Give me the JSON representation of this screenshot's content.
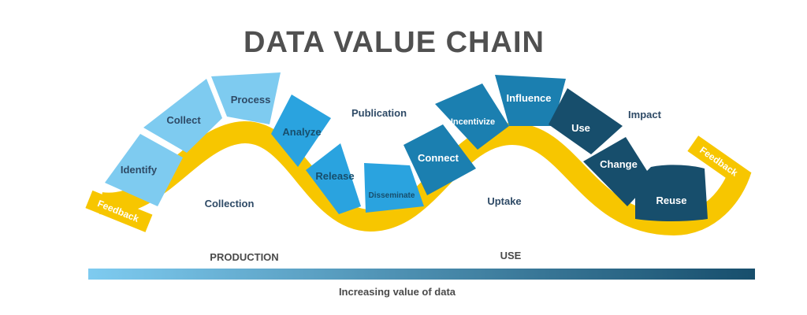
{
  "title": "DATA VALUE CHAIN",
  "feedback": {
    "left": "Feedback",
    "right": "Feedback"
  },
  "stages": {
    "collection": "Collection",
    "publication": "Publication",
    "uptake": "Uptake",
    "impact": "Impact"
  },
  "segments": [
    {
      "label": "Identify",
      "color": "#7ecbf0"
    },
    {
      "label": "Collect",
      "color": "#7ecbf0"
    },
    {
      "label": "Process",
      "color": "#7ecbf0"
    },
    {
      "label": "Analyze",
      "color": "#2aa3df"
    },
    {
      "label": "Release",
      "color": "#2aa3df"
    },
    {
      "label": "Disseminate",
      "color": "#2aa3df"
    },
    {
      "label": "Connect",
      "color": "#1b7fb0"
    },
    {
      "label": "Incentivize",
      "color": "#1b7fb0"
    },
    {
      "label": "Influence",
      "color": "#1b7fb0"
    },
    {
      "label": "Use",
      "color": "#174e6c"
    },
    {
      "label": "Change",
      "color": "#174e6c"
    },
    {
      "label": "Reuse",
      "color": "#174e6c"
    }
  ],
  "bands": {
    "production": "PRODUCTION",
    "use": "USE"
  },
  "gradient": {
    "start": "#7ecbf0",
    "end": "#174e6c"
  },
  "caption": "Increasing value of data",
  "colors": {
    "ribbon": "#f7c600",
    "title": "#505050"
  }
}
